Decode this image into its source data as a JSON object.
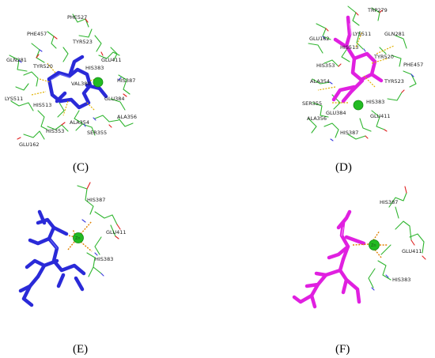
{
  "panels": {
    "C": {
      "caption": "(C)",
      "labels": [
        "PHE527",
        "PHE457",
        "TYR523",
        "GLN281",
        "TYR520",
        "GLU411",
        "HIS383",
        "HIS387",
        "VAL380",
        "GLU384",
        "LYS511",
        "HIS513",
        "ALA356",
        "ALA354",
        "SER355",
        "HIS353",
        "GLU162"
      ]
    },
    "D": {
      "caption": "(D)",
      "labels": [
        "TRP279",
        "LYS511",
        "GLN281",
        "GLU162",
        "HIS513",
        "TYR520",
        "HIS353",
        "PHE457",
        "TYR523",
        "ALA354",
        "HIS383",
        "SER355",
        "GLU384",
        "GLU411",
        "ALA356",
        "HIS387"
      ]
    },
    "E": {
      "caption": "(E)",
      "labels": [
        "HIS387",
        "GLU411",
        "HIS383"
      ],
      "zn": "Zn"
    },
    "F": {
      "caption": "(F)",
      "labels": [
        "HIS387",
        "GLU411",
        "HIS383"
      ],
      "zn": "Zn"
    }
  },
  "colors": {
    "ligand_c": "#2a2ad8",
    "ligand_d": "#e020e0",
    "residue": "#2fb52f",
    "zinc": "#22bb22",
    "hbond": "#e0b000"
  }
}
